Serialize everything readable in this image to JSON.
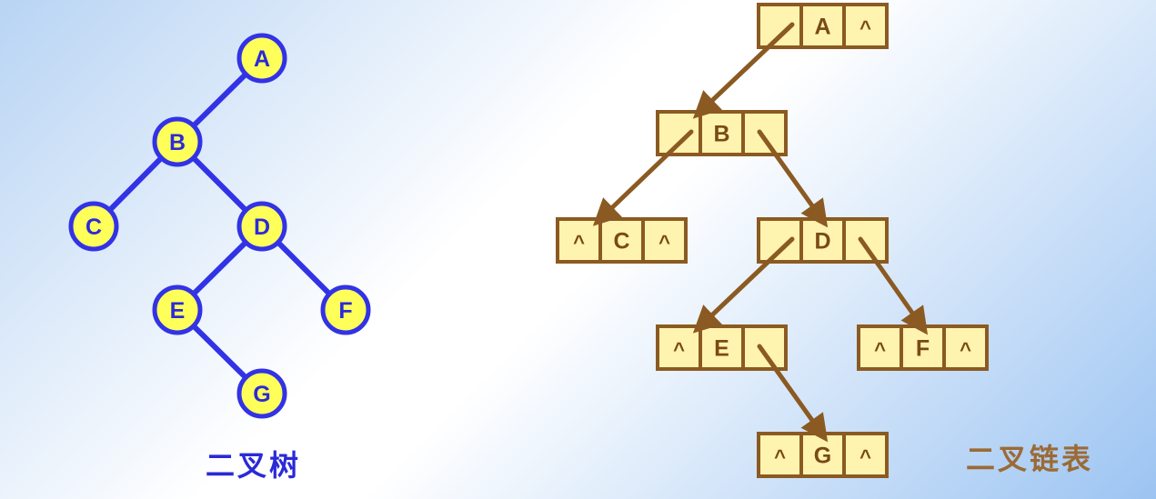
{
  "colors": {
    "tree_stroke": "#3232e6",
    "tree_fill": "#ffff5a",
    "list_stroke": "#8b5a22",
    "list_fill": "#fff3b0"
  },
  "null_symbol": "^",
  "tree": {
    "caption": "二叉树",
    "nodes": [
      "A",
      "B",
      "C",
      "D",
      "E",
      "F",
      "G"
    ],
    "edges": [
      [
        "A",
        "B"
      ],
      [
        "B",
        "C"
      ],
      [
        "B",
        "D"
      ],
      [
        "D",
        "E"
      ],
      [
        "D",
        "F"
      ],
      [
        "E",
        "G"
      ]
    ]
  },
  "linked_list": {
    "caption": "二叉链表",
    "nodes": [
      {
        "label": "A",
        "left": "B",
        "right": null
      },
      {
        "label": "B",
        "left": "C",
        "right": "D"
      },
      {
        "label": "C",
        "left": null,
        "right": null
      },
      {
        "label": "D",
        "left": "E",
        "right": "F"
      },
      {
        "label": "E",
        "left": null,
        "right": "G"
      },
      {
        "label": "F",
        "left": null,
        "right": null
      },
      {
        "label": "G",
        "left": null,
        "right": null
      }
    ]
  }
}
